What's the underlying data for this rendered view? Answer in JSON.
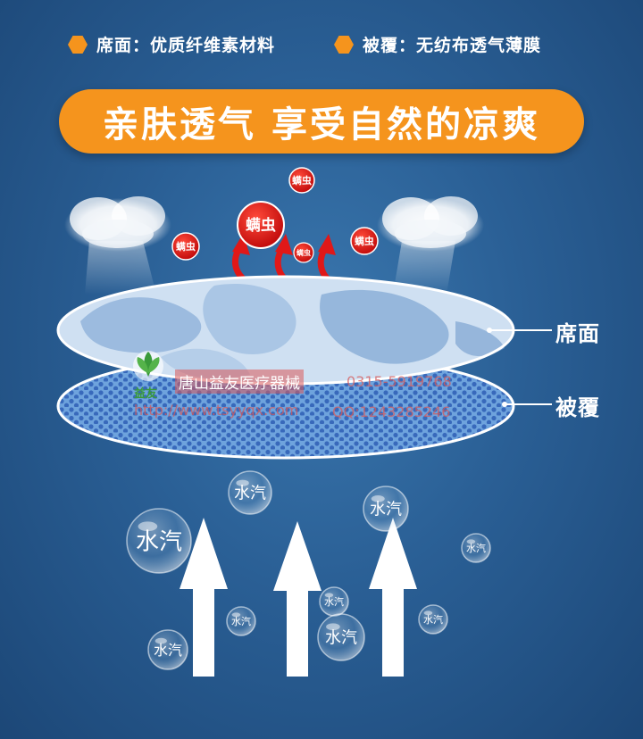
{
  "legend": [
    {
      "text": "席面：优质纤维素材料"
    },
    {
      "text": "被覆：无纺布透气薄膜"
    }
  ],
  "headline": "亲肤透气 享受自然的凉爽",
  "mites": [
    {
      "label": "螨虫"
    },
    {
      "label": "螨虫"
    },
    {
      "label": "螨虫"
    },
    {
      "label": "螨虫"
    },
    {
      "label": "螨虫"
    }
  ],
  "layers": {
    "top_label": "席面",
    "bottom_label": "被覆"
  },
  "watermark": {
    "logo_text": "益友",
    "company": "唐山益友医疗器械",
    "phone": "0315-5919768",
    "url": "http://www.tsyyqx.com",
    "qq": "QQ:1243285246"
  },
  "vapor_label": "水汽",
  "bubble_count": 10,
  "colors": {
    "accent": "#f5941d",
    "mite_red": "#e01818",
    "background": "#2a5f95"
  }
}
